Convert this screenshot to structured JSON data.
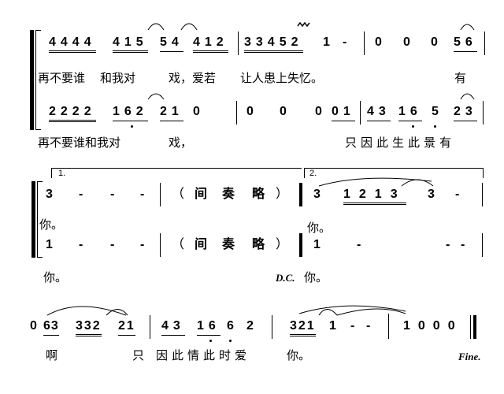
{
  "system1": {
    "voice1": {
      "notes": [
        "4444",
        "415",
        "54",
        "412",
        "33452",
        "1",
        "-",
        "0",
        "0",
        "0",
        "56"
      ],
      "ornament": "mordent",
      "lyrics": [
        "再不要谁",
        "和我对",
        "戏，爱若",
        "让人患上失忆。",
        "有"
      ]
    },
    "voice2": {
      "notes": [
        "2222",
        "162",
        "21",
        "0",
        "0",
        "0",
        "0",
        "01",
        "43",
        "16",
        "5",
        "23"
      ],
      "lyrics": [
        "再不要谁和我对",
        "戏，",
        "只因此生此景有"
      ]
    }
  },
  "system2": {
    "volta1": "1.",
    "volta2": "2.",
    "voice1": {
      "notes": [
        "3",
        "-",
        "-",
        "-",
        "（",
        "间",
        "奏",
        "略",
        "）",
        "3",
        "1213",
        "3",
        "-"
      ],
      "lyrics": [
        "你。",
        "你。"
      ]
    },
    "voice2": {
      "notes": [
        "1",
        "-",
        "-",
        "-",
        "（",
        "间",
        "奏",
        "略",
        "）",
        "1",
        "-",
        "-",
        "-"
      ],
      "lyrics": [
        "你。",
        "D.C.",
        "你。"
      ]
    }
  },
  "system3": {
    "notes": [
      "0",
      "63",
      "332",
      "21",
      "43",
      "16",
      "6",
      "2",
      "321",
      "1",
      "-",
      "-",
      "1000"
    ],
    "lyrics": [
      "啊",
      "只",
      "因此情此时爱",
      "你。"
    ],
    "fine": "Fine."
  }
}
